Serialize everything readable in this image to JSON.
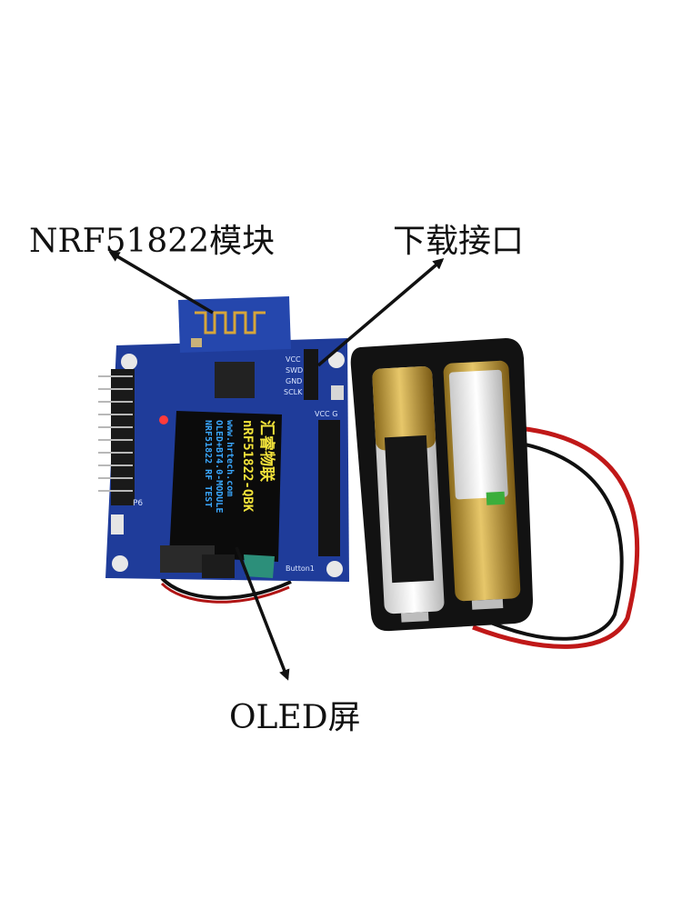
{
  "callouts": {
    "module": "NRF51822模块",
    "port": "下载接口",
    "oled": "OLED屏"
  },
  "oled_screen": {
    "lines": [
      "汇睿物联",
      "nRF51822-QBK",
      "www.hrtech.com",
      "OLED+BT4.0-MODULE",
      "NRF51822 RF TEST"
    ]
  },
  "board_silkscreen": {
    "header_pins": [
      "VCC",
      "SWD",
      "GND",
      "SCLK"
    ],
    "button_label": "Button1",
    "header_label": "VCC G",
    "p6_label": "P6"
  },
  "colors": {
    "pcb": "#1f3c9a",
    "oled_yellow": "#f2e23a",
    "oled_blue": "#3aa8ff",
    "battery_gold": "#c9a23c"
  }
}
